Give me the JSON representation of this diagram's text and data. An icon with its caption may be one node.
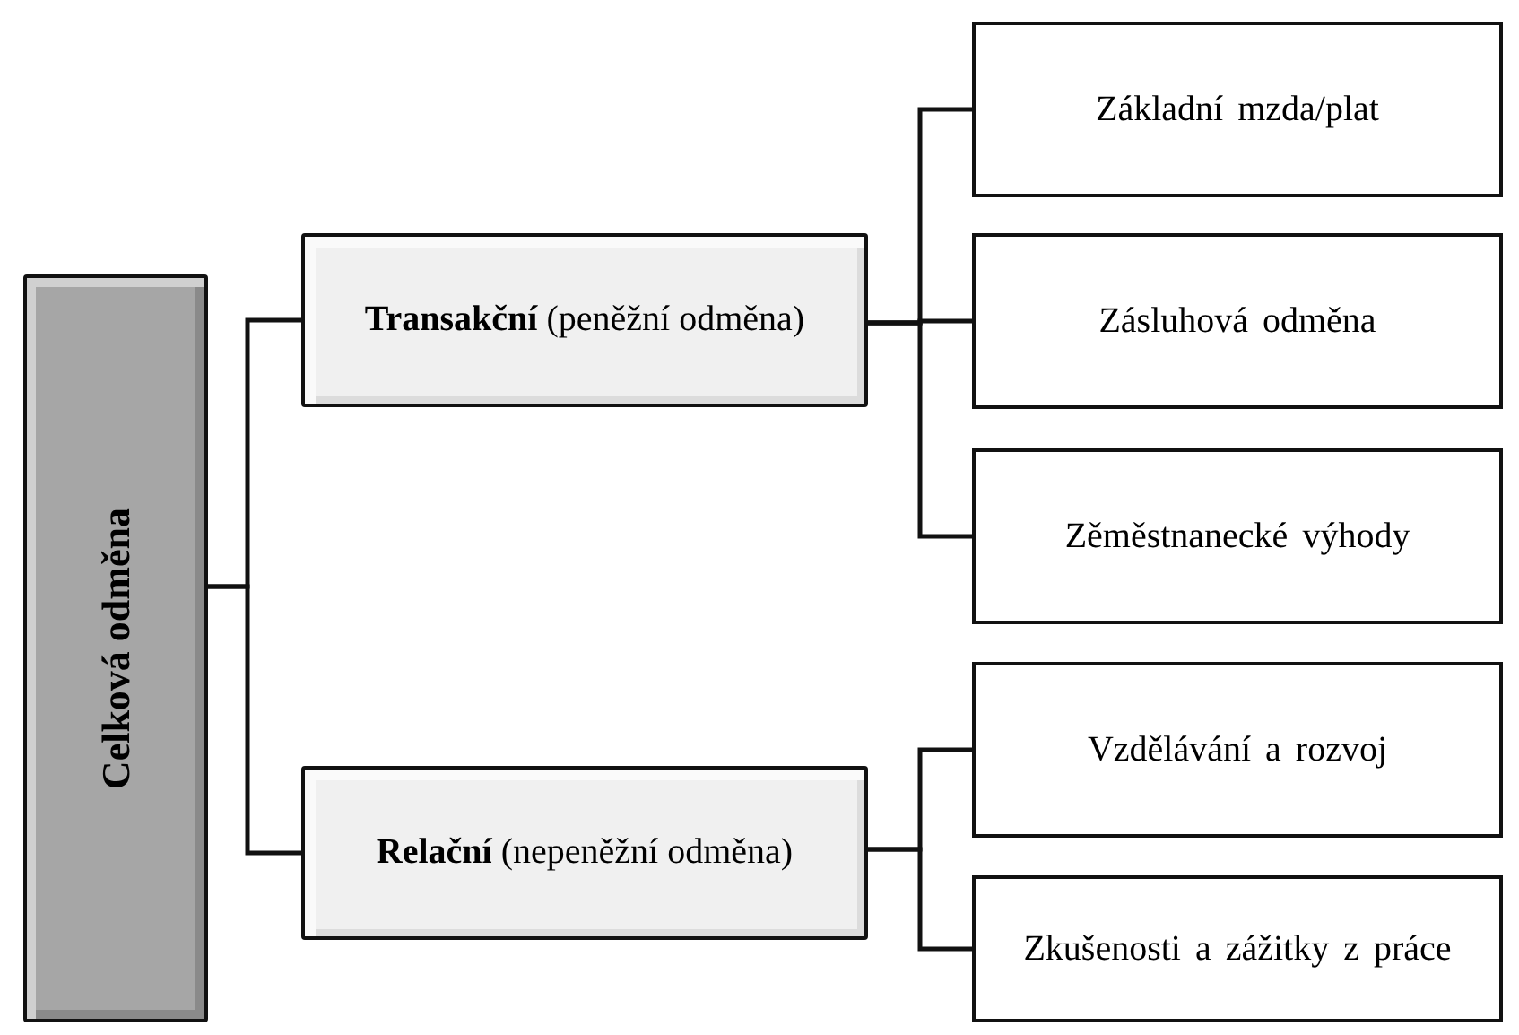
{
  "diagram": {
    "nodes": [
      {
        "text": [
          "Celková odměna"
        ]
      },
      {
        "text": [
          "**Transakční** (peněžní odměna)"
        ]
      },
      {
        "text": [
          "**Relační** (nepeněžní odměna)"
        ]
      },
      {
        "text": [
          "Základní mzda/plat"
        ]
      },
      {
        "text": [
          "Zásluhová odměna"
        ]
      },
      {
        "text": [
          "Zěměstnanecké výhody"
        ]
      },
      {
        "text": [
          "Vzdělávání a rozvoj"
        ]
      },
      {
        "text": [
          "Zkušenosti a zážitky z práce"
        ]
      }
    ],
    "edges": [
      {
        "from": 0,
        "to": 1,
        "arrow": "none"
      },
      {
        "from": 0,
        "to": 2,
        "arrow": "none"
      },
      {
        "from": 1,
        "to": 3,
        "arrow": "none"
      },
      {
        "from": 1,
        "to": 4,
        "arrow": "none"
      },
      {
        "from": 1,
        "to": 5,
        "arrow": "none"
      },
      {
        "from": 2,
        "to": 6,
        "arrow": "none"
      },
      {
        "from": 2,
        "to": 7,
        "arrow": "none"
      }
    ]
  }
}
